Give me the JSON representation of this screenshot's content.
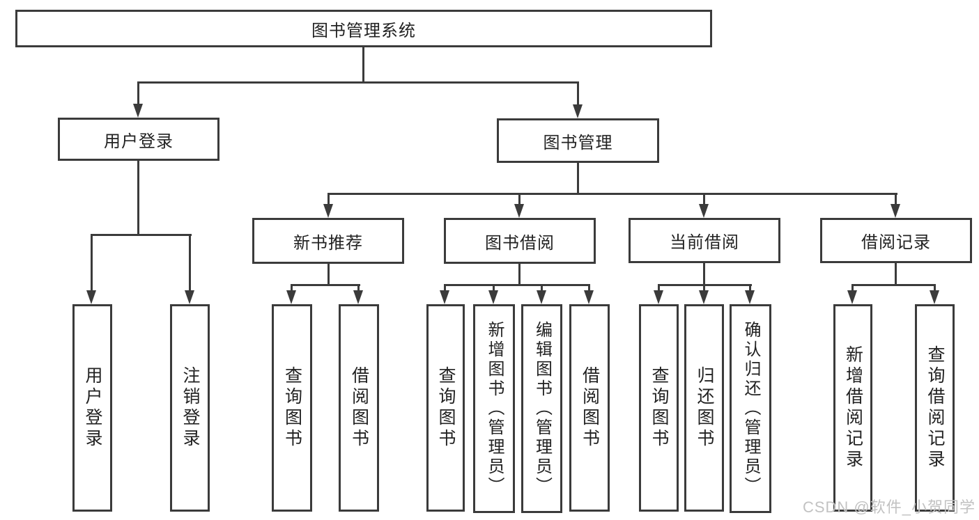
{
  "diagram": {
    "type": "tree",
    "title": "图书管理系统",
    "hierarchy": {
      "图书管理系统": {
        "用户登录": [
          "用户登录",
          "注销登录"
        ],
        "图书管理": {
          "新书推荐": [
            "查询图书",
            "借阅图书"
          ],
          "图书借阅": [
            "查询图书",
            "新增图书（管理员）",
            "编辑图书（管理员）",
            "借阅图书"
          ],
          "当前借阅": [
            "查询图书",
            "归还图书",
            "确认归还（管理员）"
          ],
          "借阅记录": [
            "新增借阅记录",
            "查询借阅记录"
          ]
        }
      }
    }
  },
  "nodes": {
    "root": {
      "label": "图书管理系统"
    },
    "user_login": {
      "label": "用户登录"
    },
    "book_mgmt": {
      "label": "图书管理"
    },
    "new_book_rec": {
      "label": "新书推荐"
    },
    "book_borrow": {
      "label": "图书借阅"
    },
    "current_borrow": {
      "label": "当前借阅"
    },
    "borrow_record": {
      "label": "借阅记录"
    },
    "leaf_user_login": {
      "label": "用户登录"
    },
    "leaf_logout": {
      "label": "注销登录"
    },
    "leaf_query_book_rec": {
      "label": "查询图书"
    },
    "leaf_borrow_book_rec": {
      "label": "借阅图书"
    },
    "leaf_query_book_borrow": {
      "label": "查询图书"
    },
    "leaf_add_book_admin": {
      "label": "新增图书（管理员）"
    },
    "leaf_edit_book_admin": {
      "label": "编辑图书（管理员）"
    },
    "leaf_borrow_book_borrow": {
      "label": "借阅图书"
    },
    "leaf_query_book_current": {
      "label": "查询图书"
    },
    "leaf_return_book": {
      "label": "归还图书"
    },
    "leaf_confirm_return_admin": {
      "label": "确认归还（管理员）"
    },
    "leaf_add_borrow_record": {
      "label": "新增借阅记录"
    },
    "leaf_query_borrow_record": {
      "label": "查询借阅记录"
    }
  },
  "watermark": {
    "text": "CSDN @软件_小贺同学",
    "color": "#c2c2c2"
  },
  "colors": {
    "background": "#ffffff",
    "box_border": "#3b3b3b",
    "connector_line": "#3b3b3b",
    "text": "#222222"
  }
}
